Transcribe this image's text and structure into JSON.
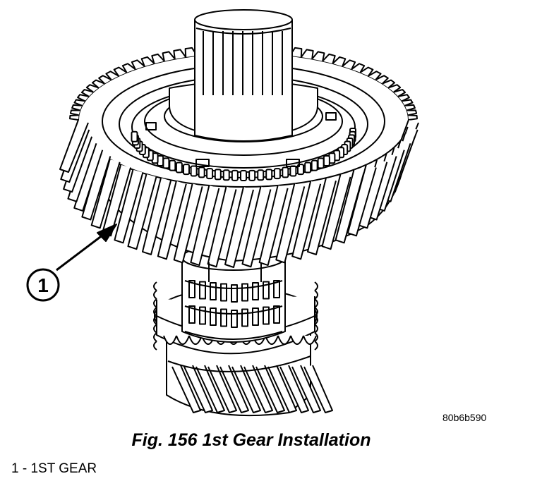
{
  "figure": {
    "image_id": "80b6b590",
    "caption": "Fig. 156 1st Gear Installation",
    "callout_number": "1",
    "legend": [
      {
        "number": "1",
        "separator": " - ",
        "text": "1ST GEAR"
      }
    ]
  }
}
